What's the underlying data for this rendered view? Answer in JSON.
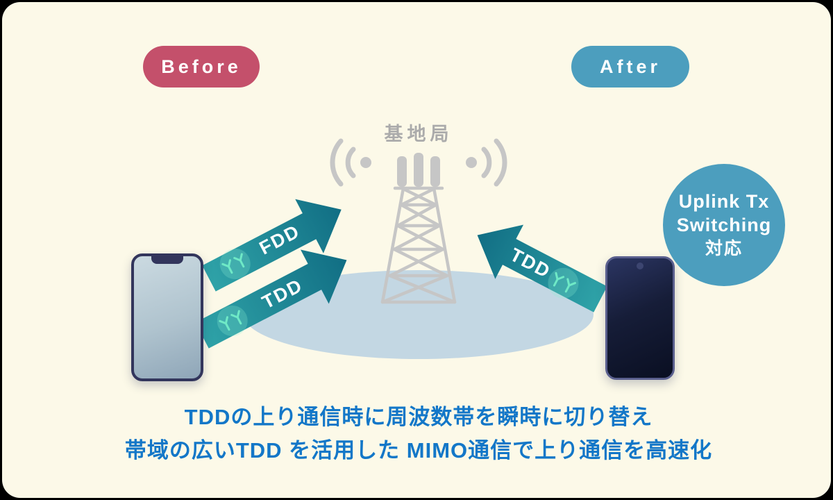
{
  "badges": {
    "before": "Before",
    "after": "After"
  },
  "station": {
    "label": "基地局"
  },
  "arrows": {
    "left_top_label": "FDD",
    "left_bottom_label": "TDD",
    "right_label": "TDD"
  },
  "bubble": {
    "line1": "Uplink Tx",
    "line2": "Switching",
    "line3": "対応"
  },
  "caption": {
    "line1": "TDDの上り通信時に周波数帯を瞬時に切り替え",
    "line2": "帯域の広いTDD を活用した MIMO通信で上り通信を高速化"
  },
  "colors": {
    "background": "#FCF9E8",
    "before_badge": "#C4506B",
    "after_badge": "#4C9EBE",
    "arrow_gradient_start": "#2FA3A8",
    "arrow_gradient_end": "#116E84",
    "antenna_glow": "#6FE9C6",
    "tower_gray": "#C6C6C6",
    "shadow_ellipse": "#C3D7E3",
    "caption_blue": "#1377C8",
    "bubble_teal": "#4C9EBE"
  }
}
